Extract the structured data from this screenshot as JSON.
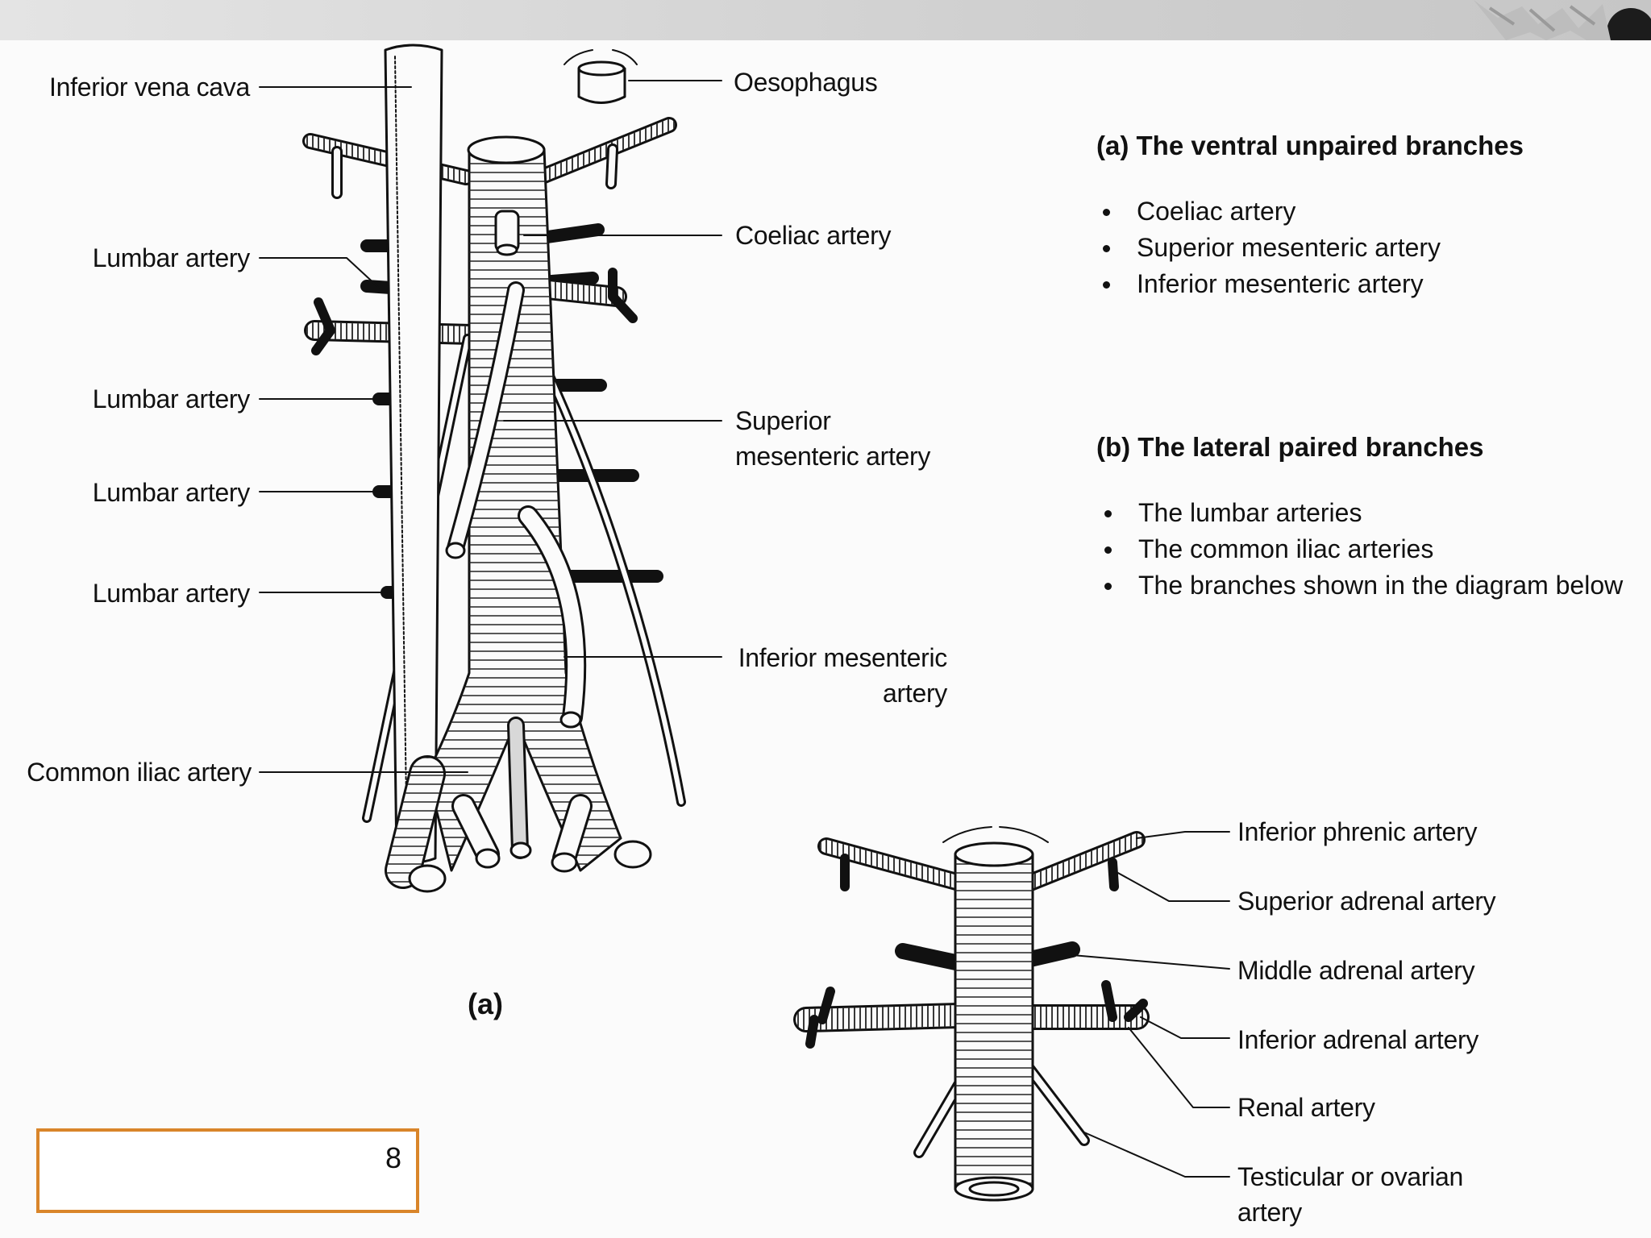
{
  "diagram_a": {
    "labels": {
      "ivc": "Inferior vena cava",
      "oesophagus": "Oesophagus",
      "lumbar1": "Lumbar artery",
      "lumbar2": "Lumbar artery",
      "lumbar3": "Lumbar artery",
      "lumbar4": "Lumbar artery",
      "coeliac": "Coeliac artery",
      "sma_line1": "Superior",
      "sma_line2": "mesenteric artery",
      "ima_line1": "Inferior mesenteric",
      "ima_line2": "artery",
      "common_iliac": "Common iliac artery"
    },
    "caption": "(a)"
  },
  "section_a": {
    "heading": "(a) The ventral unpaired branches",
    "items": [
      "Coeliac artery",
      "Superior mesenteric artery",
      "Inferior mesenteric artery"
    ]
  },
  "section_b": {
    "heading": "(b) The lateral paired branches",
    "items": [
      "The lumbar arteries",
      "The common iliac arteries",
      "The branches shown in the diagram below"
    ]
  },
  "diagram_b": {
    "labels": {
      "inferior_phrenic": "Inferior phrenic artery",
      "superior_adrenal": "Superior adrenal artery",
      "middle_adrenal": "Middle adrenal artery",
      "inferior_adrenal": "Inferior adrenal artery",
      "renal": "Renal artery",
      "testicular_line1": "Testicular or ovarian",
      "testicular_line2": "artery"
    }
  },
  "slide": {
    "number": "8",
    "accent_color": "#d9852a"
  }
}
